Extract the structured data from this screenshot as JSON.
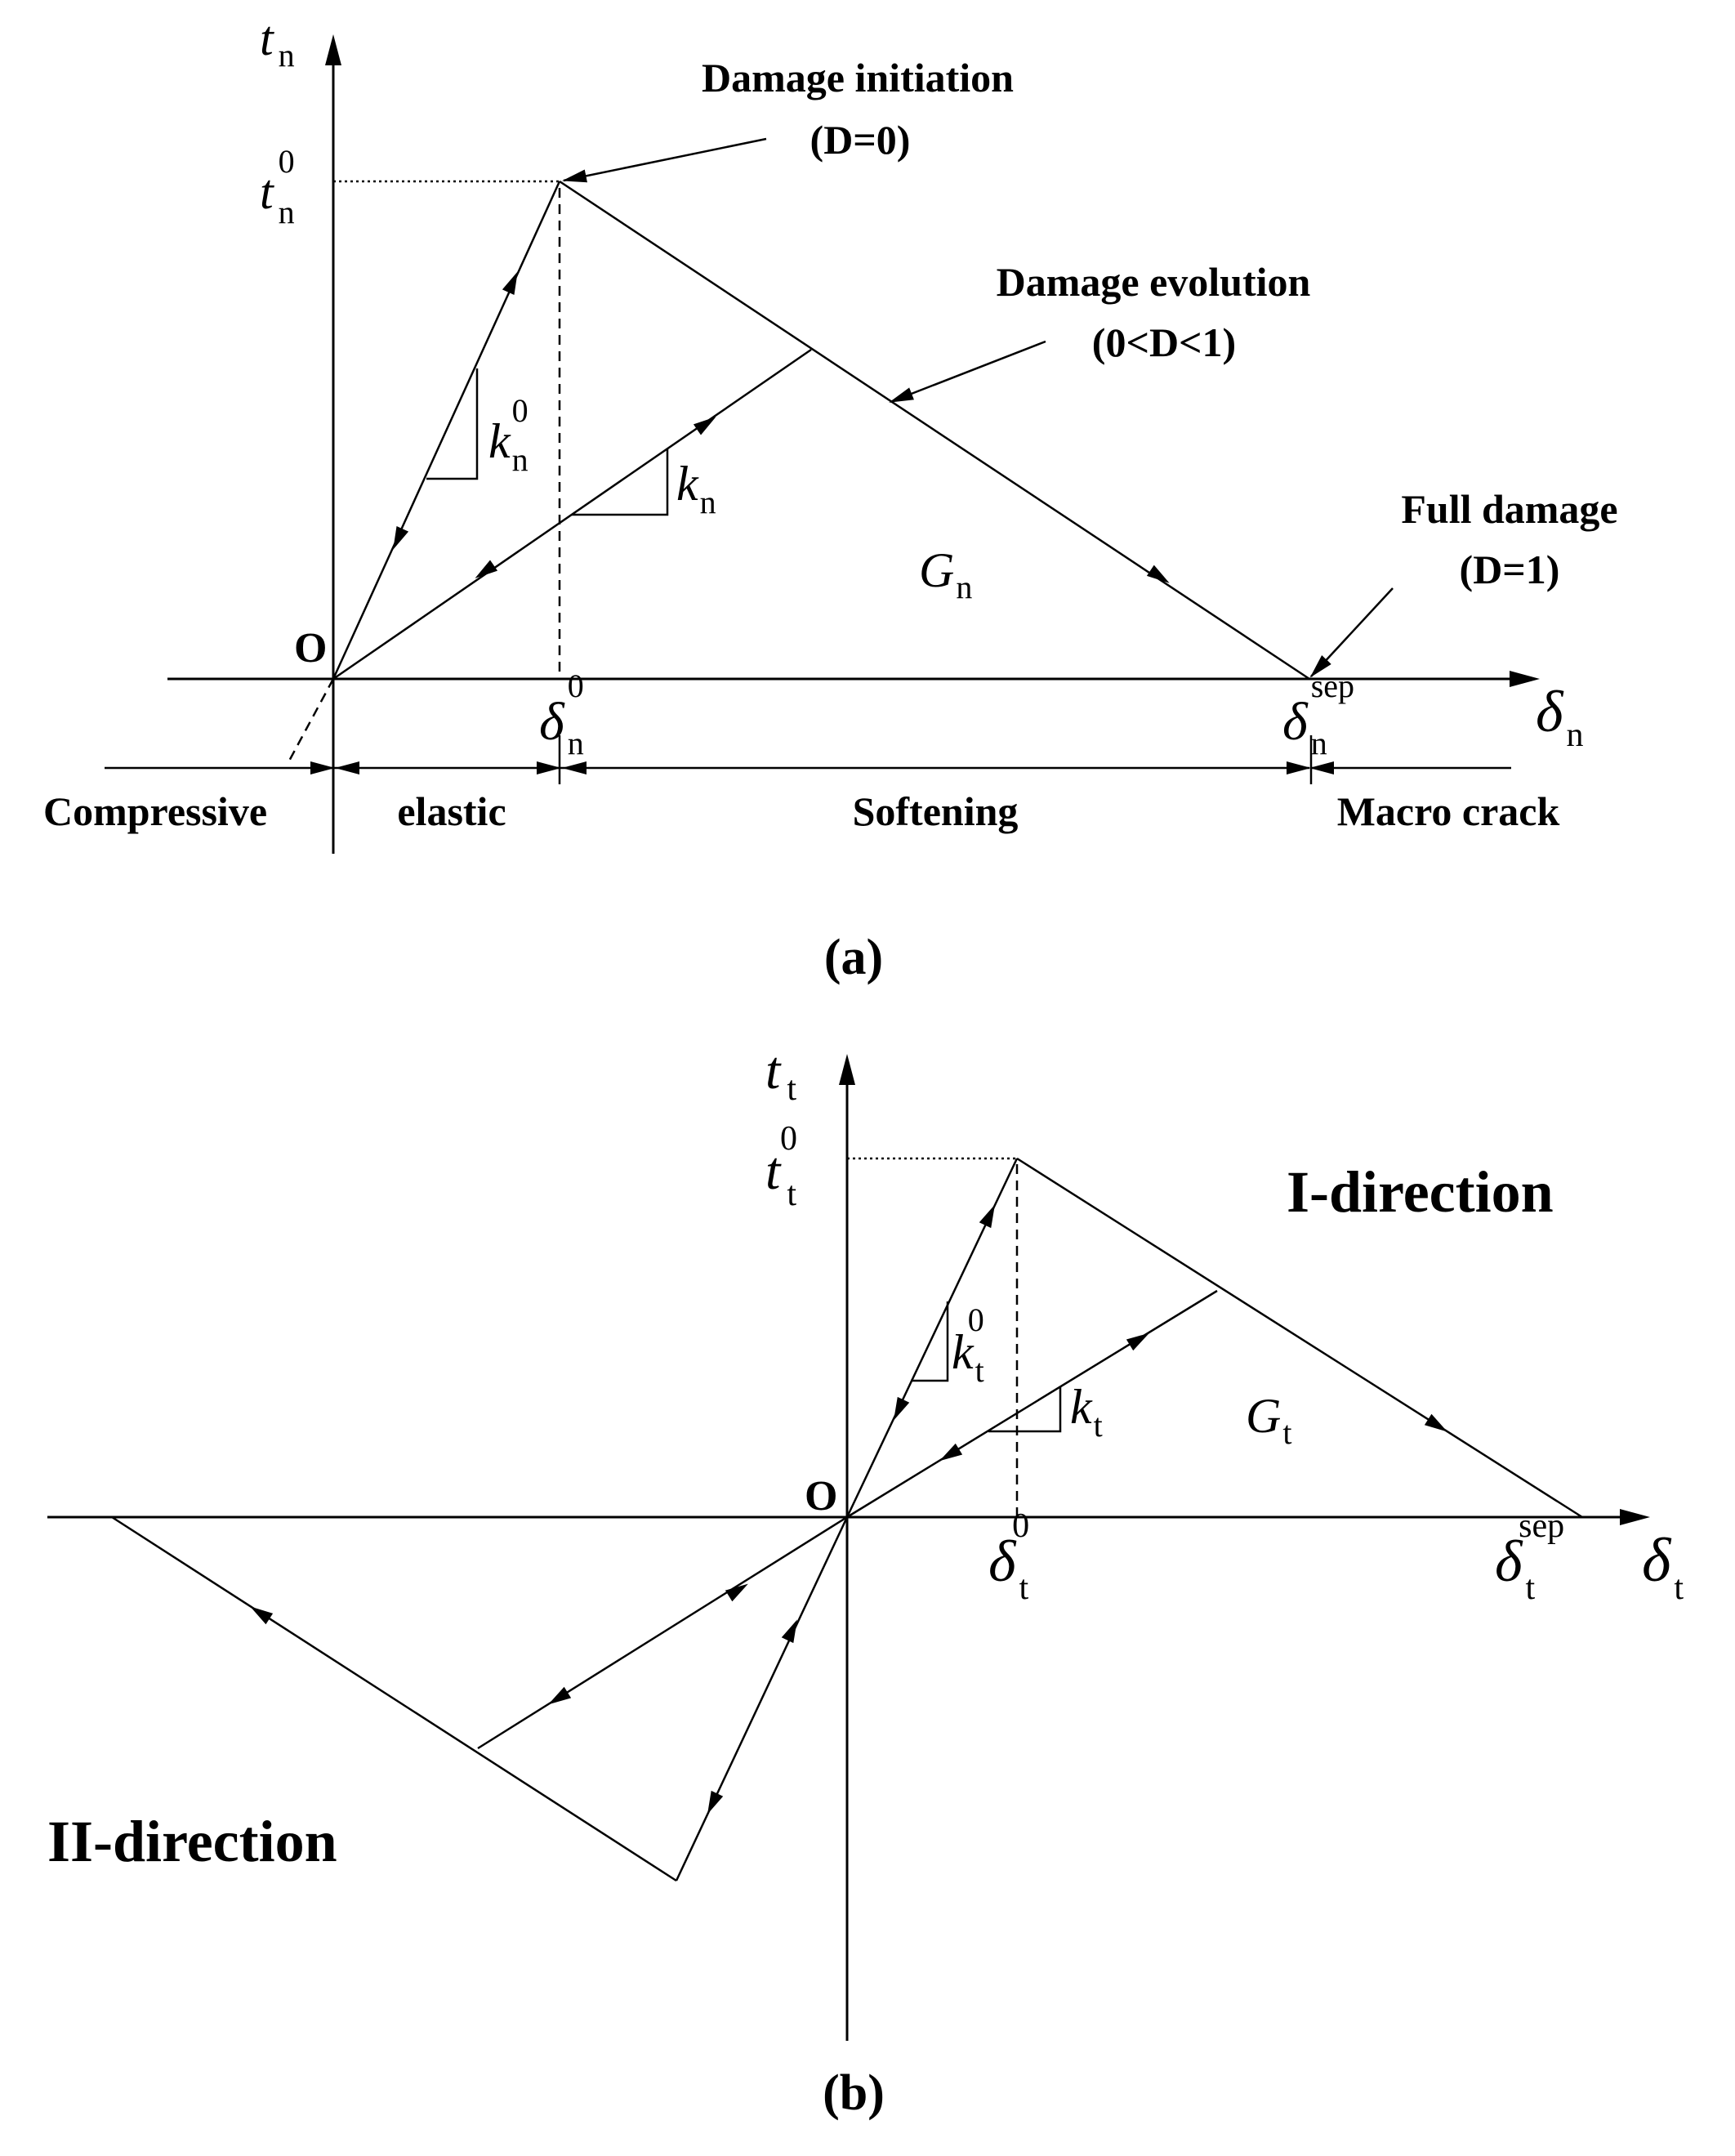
{
  "panel_a": {
    "caption": "(a)",
    "y_axis": {
      "sym": "t",
      "sub": "n"
    },
    "x_axis": {
      "sym": "δ",
      "sub": "n"
    },
    "peak": {
      "sym": "t",
      "sub": "n",
      "sup": "0"
    },
    "origin": "O",
    "delta0": {
      "sym": "δ",
      "sub": "n",
      "sup": "0"
    },
    "delta_sep": {
      "sym": "δ",
      "sub": "n",
      "sup": "sep"
    },
    "k0": {
      "sym": "k",
      "sub": "n",
      "sup": "0"
    },
    "k": {
      "sym": "k",
      "sub": "n"
    },
    "energy": {
      "sym": "G",
      "sub": "n"
    },
    "annotations": {
      "initiation_title": "Damage initiation",
      "initiation_state": "(D=0)",
      "evolution_title": "Damage evolution",
      "evolution_state": "(0<D<1)",
      "full_title": "Full damage",
      "full_state": "(D=1)"
    },
    "regions": {
      "compressive": "Compressive",
      "elastic": "elastic",
      "softening": "Softening",
      "macro_crack": "Macro crack"
    }
  },
  "panel_b": {
    "caption": "(b)",
    "y_axis": {
      "sym": "t",
      "sub": "t"
    },
    "x_axis": {
      "sym": "δ",
      "sub": "t"
    },
    "peak": {
      "sym": "t",
      "sub": "t",
      "sup": "0"
    },
    "origin": "O",
    "delta0": {
      "sym": "δ",
      "sub": "t",
      "sup": "0"
    },
    "delta_sep": {
      "sym": "δ",
      "sub": "t",
      "sup": "sep"
    },
    "k0": {
      "sym": "k",
      "sub": "t",
      "sup": "0"
    },
    "k": {
      "sym": "k",
      "sub": "t"
    },
    "energy": {
      "sym": "G",
      "sub": "t"
    },
    "direction_1": "I-direction",
    "direction_2": "II-direction"
  }
}
